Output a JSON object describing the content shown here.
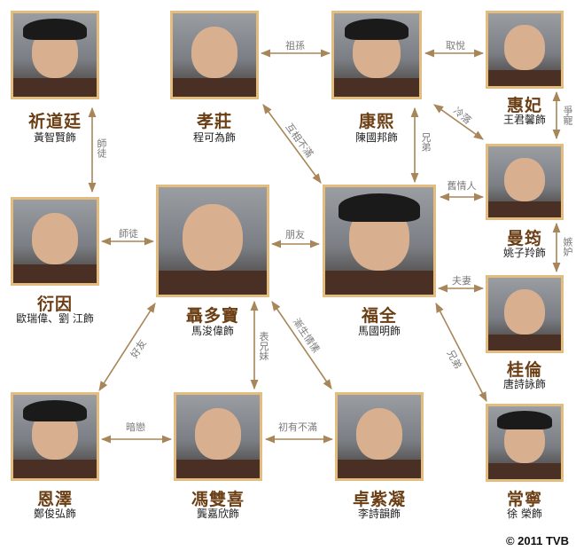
{
  "accent_color": "#a8865a",
  "frame_color": "#e3bd7f",
  "name_color": "#6b3e14",
  "characters": [
    {
      "name": "祈道廷",
      "actor": "黃智賢飾"
    },
    {
      "name": "孝莊",
      "actor": "程可為飾"
    },
    {
      "name": "康熙",
      "actor": "陳國邦飾"
    },
    {
      "name": "惠妃",
      "actor": "王君馨飾"
    },
    {
      "name": "曼筠",
      "actor": "姚子羚飾"
    },
    {
      "name": "衍因",
      "actor": "歐瑞偉、劉 江飾"
    },
    {
      "name": "聶多寶",
      "actor": "馬浚偉飾"
    },
    {
      "name": "福全",
      "actor": "馬國明飾"
    },
    {
      "name": "桂倫",
      "actor": "唐詩詠飾"
    },
    {
      "name": "恩澤",
      "actor": "鄭俊弘飾"
    },
    {
      "name": "馮雙喜",
      "actor": "龔嘉欣飾"
    },
    {
      "name": "卓紫凝",
      "actor": "李詩韻飾"
    },
    {
      "name": "常寧",
      "actor": "徐 榮飾"
    }
  ],
  "relations": [
    {
      "from": "孝莊",
      "to": "康熙",
      "label": "祖孫"
    },
    {
      "from": "惠妃",
      "to": "康熙",
      "label": "取悅"
    },
    {
      "from": "康熙",
      "to": "曼筠",
      "label": "冷落"
    },
    {
      "from": "惠妃",
      "to": "曼筠",
      "label": "爭寵"
    },
    {
      "from": "祈道廷",
      "to": "衍因",
      "label": "師徒"
    },
    {
      "from": "孝莊",
      "to": "福全",
      "label": "互相不滿"
    },
    {
      "from": "康熙",
      "to": "福全",
      "label": "兄弟"
    },
    {
      "from": "福全",
      "to": "曼筠",
      "label": "舊情人"
    },
    {
      "from": "衍因",
      "to": "聶多寶",
      "label": "師徒"
    },
    {
      "from": "聶多寶",
      "to": "福全",
      "label": "朋友"
    },
    {
      "from": "曼筠",
      "to": "桂倫",
      "label": "嫉妒"
    },
    {
      "from": "福全",
      "to": "桂倫",
      "label": "夫妻"
    },
    {
      "from": "聶多寶",
      "to": "恩澤",
      "label": "好友"
    },
    {
      "from": "聶多寶",
      "to": "馮雙喜",
      "label": "表兄妹"
    },
    {
      "from": "聶多寶",
      "to": "卓紫凝",
      "label": "漸生情愫"
    },
    {
      "from": "福全",
      "to": "常寧",
      "label": "兄弟"
    },
    {
      "from": "恩澤",
      "to": "馮雙喜",
      "label": "暗戀"
    },
    {
      "from": "馮雙喜",
      "to": "卓紫凝",
      "label": "初有不滿"
    }
  ],
  "copyright": "© 2011 TVB"
}
